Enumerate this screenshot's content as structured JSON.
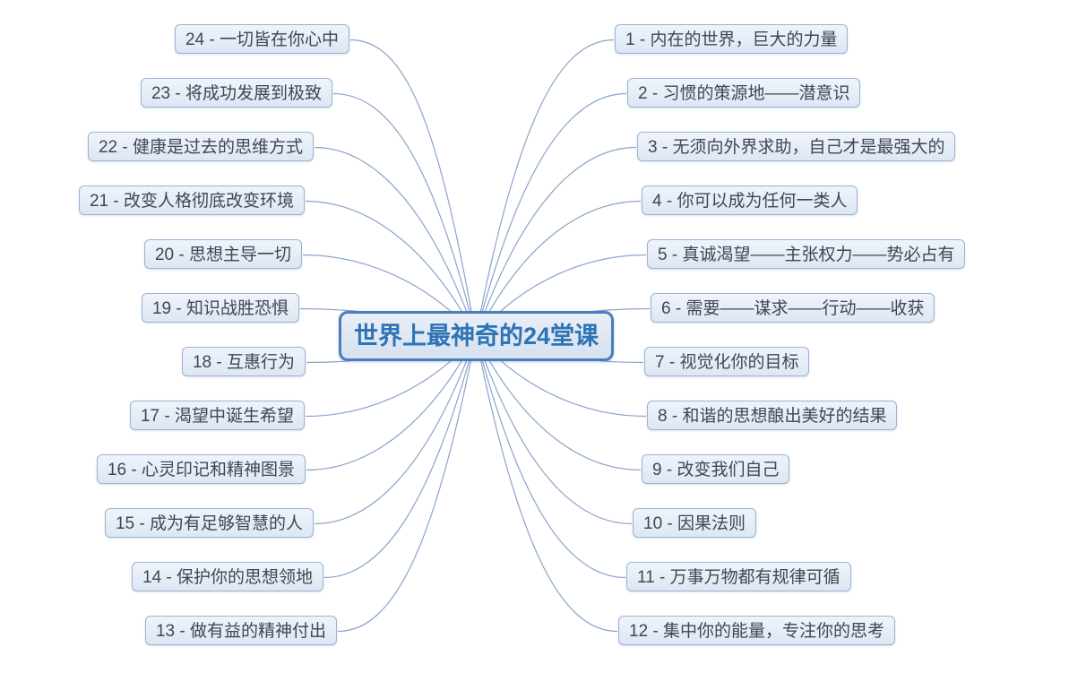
{
  "central": {
    "title": "世界上最神奇的24堂课"
  },
  "left_branches": [
    {
      "label": "24 - 一切皆在你心中"
    },
    {
      "label": "23 - 将成功发展到极致"
    },
    {
      "label": "22 - 健康是过去的思维方式"
    },
    {
      "label": "21 - 改变人格彻底改变环境"
    },
    {
      "label": "20 - 思想主导一切"
    },
    {
      "label": "19 - 知识战胜恐惧"
    },
    {
      "label": "18 - 互惠行为"
    },
    {
      "label": "17 - 渴望中诞生希望"
    },
    {
      "label": "16 - 心灵印记和精神图景"
    },
    {
      "label": "15 - 成为有足够智慧的人"
    },
    {
      "label": "14 - 保护你的思想领地"
    },
    {
      "label": "13 - 做有益的精神付出"
    }
  ],
  "right_branches": [
    {
      "label": "1 - 内在的世界，巨大的力量"
    },
    {
      "label": "2 - 习惯的策源地——潜意识"
    },
    {
      "label": "3 - 无须向外界求助，自己才是最强大的"
    },
    {
      "label": "4 - 你可以成为任何一类人"
    },
    {
      "label": "5 - 真诚渴望——主张权力——势必占有"
    },
    {
      "label": "6 - 需要——谋求——行动——收获"
    },
    {
      "label": "7 - 视觉化你的目标"
    },
    {
      "label": "8 - 和谐的思想酿出美好的结果"
    },
    {
      "label": "9 - 改变我们自己"
    },
    {
      "label": "10 - 因果法则"
    },
    {
      "label": "11 - 万事万物都有规律可循"
    },
    {
      "label": "12 - 集中你的能量，专注你的思考"
    }
  ],
  "colors": {
    "background": "#ffffff",
    "branch_fill": "#dde7f3",
    "branch_border": "#9bb3d6",
    "branch_text": "#3f4757",
    "central_fill": "#d5e1f0",
    "central_border": "#4c7cbd",
    "central_text": "#2e74b5",
    "line": "#89a4cb"
  }
}
